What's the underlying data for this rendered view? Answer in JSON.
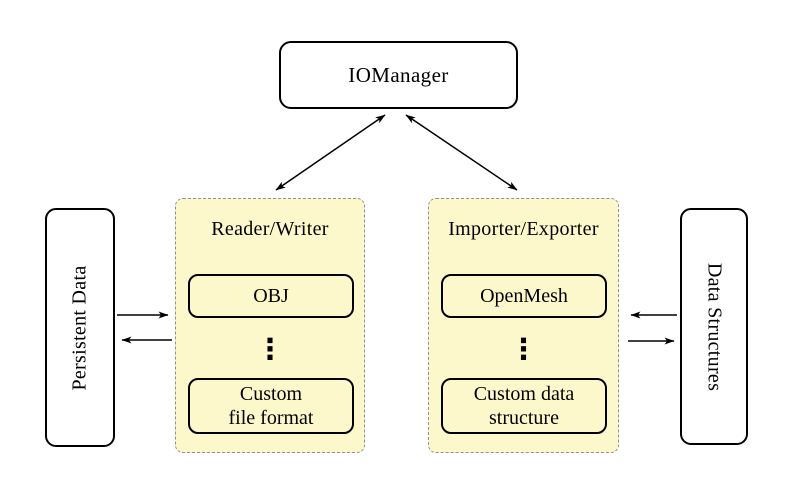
{
  "nodes": {
    "io_manager": {
      "label": "IOManager"
    }
  },
  "panels": {
    "reader_writer": {
      "title": "Reader/Writer",
      "items": [
        {
          "label": "OBJ"
        },
        {
          "label": "Custom\nfile format"
        }
      ],
      "ellipsis": "⋮"
    },
    "importer_exporter": {
      "title": "Importer/Exporter",
      "items": [
        {
          "label": "OpenMesh"
        },
        {
          "label": "Custom data\nstructure"
        }
      ],
      "ellipsis": "⋮"
    }
  },
  "sides": {
    "persistent_data": {
      "label": "Persistent Data"
    },
    "data_structures": {
      "label": "Data Structures"
    }
  },
  "relations": [
    "IOManager <-> Reader/Writer",
    "IOManager <-> Importer/Exporter",
    "Persistent Data -> Reader/Writer",
    "Reader/Writer -> Persistent Data",
    "Data Structures -> Importer/Exporter",
    "Importer/Exporter -> Data Structures"
  ],
  "colors": {
    "panel_fill": "#FCF8CC",
    "panel_border": "#919191",
    "node_border": "#000000",
    "arrow": "#000000",
    "bg": "#FFFFFF"
  }
}
